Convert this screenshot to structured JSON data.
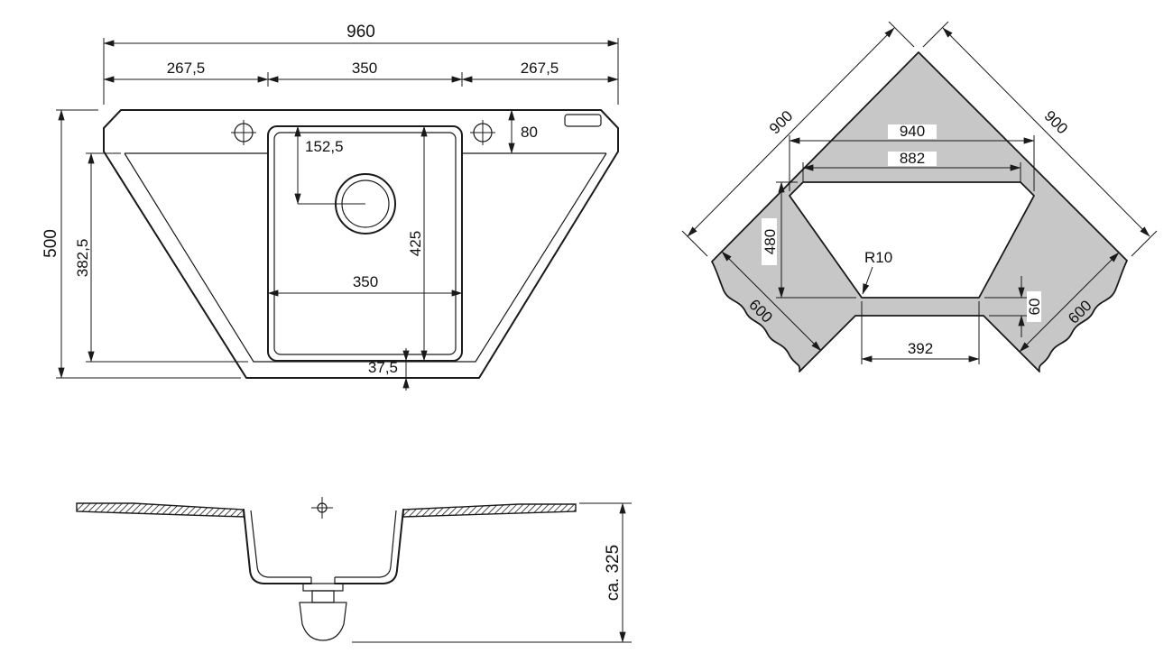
{
  "meta": {
    "background_color": "#ffffff",
    "line_color": "#1a1a1a",
    "counter_fill_color": "#c7c7c7",
    "drawing_subject": "corner kitchen sink technical drawing"
  },
  "plan_view": {
    "dims": {
      "total_width": "960",
      "seg_left": "267,5",
      "seg_center": "350",
      "seg_right": "267,5",
      "tap_offset": "80",
      "drain_center_offset": "152,5",
      "total_depth": "500",
      "inner_depth": "382,5",
      "basin_length": "425",
      "basin_width": "350",
      "front_gap": "37,5"
    }
  },
  "corner_view": {
    "dims": {
      "wall_left": "900",
      "wall_right": "900",
      "cutout_width": "940",
      "cutout_top_width": "882",
      "cutout_depth": "480",
      "corner_radius": "R10",
      "counter_depth_left": "600",
      "counter_depth_right": "600",
      "front_gap": "60",
      "cutout_front_width": "392"
    }
  },
  "section_view": {
    "dims": {
      "install_depth": "ca. 325"
    }
  }
}
